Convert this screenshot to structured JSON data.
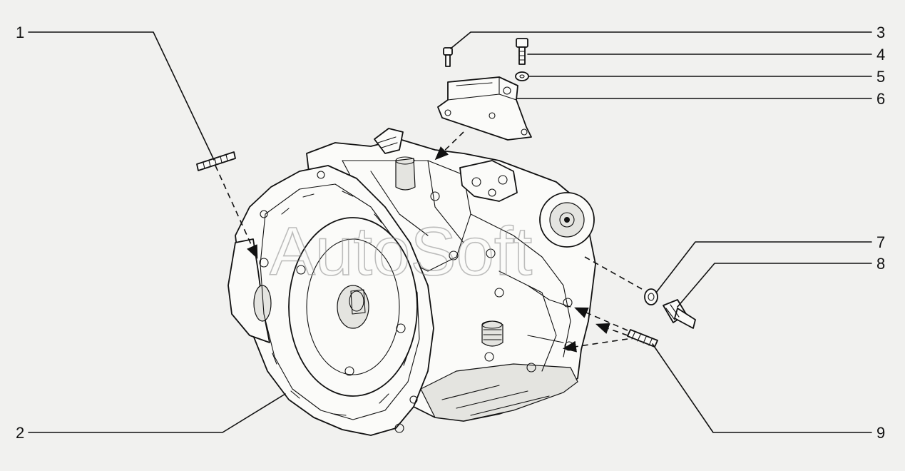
{
  "diagram": {
    "watermark": "AutoSoft",
    "callouts": [
      {
        "id": "1",
        "label": "1"
      },
      {
        "id": "2",
        "label": "2"
      },
      {
        "id": "3",
        "label": "3"
      },
      {
        "id": "4",
        "label": "4"
      },
      {
        "id": "5",
        "label": "5"
      },
      {
        "id": "6",
        "label": "6"
      },
      {
        "id": "7",
        "label": "7"
      },
      {
        "id": "8",
        "label": "8"
      },
      {
        "id": "9",
        "label": "9"
      }
    ]
  }
}
